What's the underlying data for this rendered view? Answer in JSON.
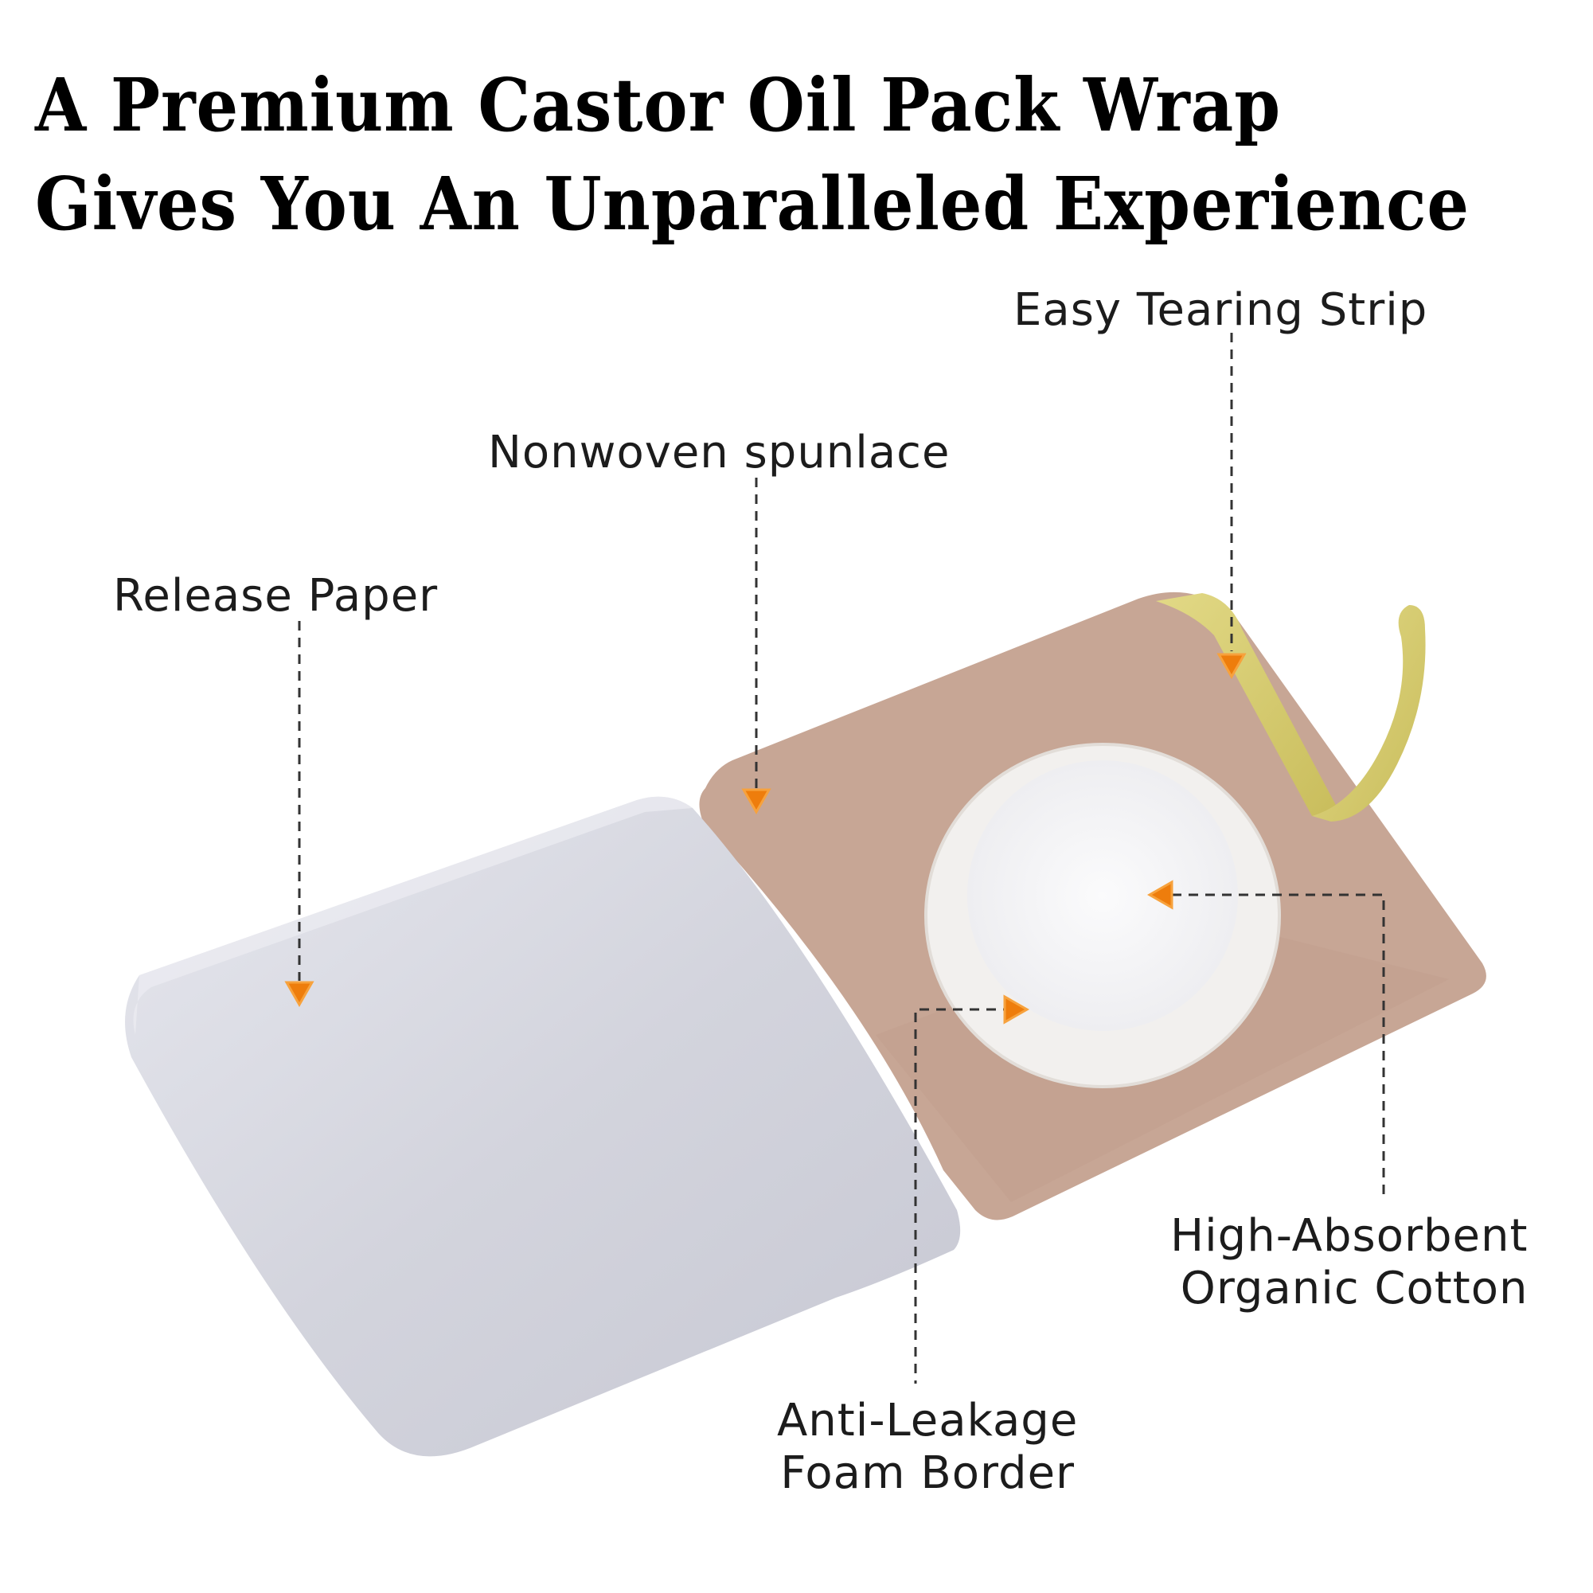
{
  "headline": {
    "line1": "A Premium Castor Oil Pack Wrap",
    "line2": "Gives You An Unparalleled Experience"
  },
  "callouts": {
    "easy_tearing_strip": "Easy Tearing Strip",
    "nonwoven_spunlace": "Nonwoven spunlace",
    "release_paper": "Release Paper",
    "high_absorbent_line1": "High-Absorbent",
    "high_absorbent_line2": "Organic Cotton",
    "anti_leakage_line1": "Anti-Leakage",
    "anti_leakage_line2": "Foam Border"
  },
  "colors": {
    "release_paper": "#d2d3dc",
    "spunlace": "#c7a695",
    "tearing_strip": "#d9cf73",
    "foam_border": "#f2f0ee",
    "cotton_pad": "#f7f7f8",
    "arrow_marker": "#ee7d0c"
  }
}
